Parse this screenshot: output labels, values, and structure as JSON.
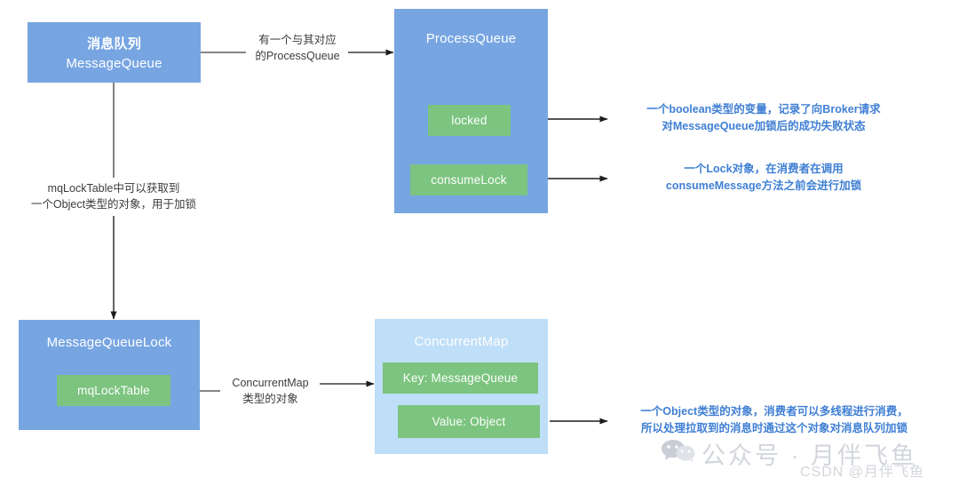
{
  "diagram": {
    "nodes": {
      "message_queue": {
        "title_cn": "消息队列",
        "title_en": "MessageQueue"
      },
      "process_queue": {
        "title": "ProcessQueue",
        "fields": [
          {
            "label": "locked"
          },
          {
            "label": "consumeLock"
          }
        ]
      },
      "message_queue_lock": {
        "title": "MessageQueueLock",
        "fields": [
          {
            "label": "mqLockTable"
          }
        ]
      },
      "concurrent_map": {
        "title": "ConcurrentMap",
        "fields": [
          {
            "label": "Key: MessageQueue"
          },
          {
            "label": "Value: Object"
          }
        ]
      }
    },
    "edge_labels": {
      "mq_to_pq": {
        "line1": "有一个与其对应",
        "line2": "的ProcessQueue"
      },
      "mq_to_mqlock": {
        "line1": "mqLockTable中可以获取到",
        "line2": "一个Object类型的对象，用于加锁"
      },
      "mqlocktable_to_map": {
        "line1": "ConcurrentMap",
        "line2": "类型的对象"
      }
    },
    "notes": {
      "locked": {
        "line1": "一个boolean类型的变量，记录了向Broker请求",
        "line2": "对MessageQueue加锁后的成功失败状态"
      },
      "consume_lock": {
        "line1": "一个Lock对象，在消费者在调用",
        "line2": "consumeMessage方法之前会进行加锁"
      },
      "value_object": {
        "line1": "一个Object类型的对象，消费者可以多线程进行消费，",
        "line2": "所以处理拉取到的消息时通过这个对象对消息队列加锁"
      }
    },
    "colors": {
      "box_blue": "#77a5e2",
      "box_light_blue": "#bfdef8",
      "chip_green": "#7cc47f",
      "note_blue": "#3f7fd4",
      "edge_gray": "#3c3c3c",
      "background": "#ffffff"
    }
  },
  "watermark": {
    "main": "公众号 · 月伴飞鱼",
    "sub": "CSDN @月伴飞鱼"
  }
}
